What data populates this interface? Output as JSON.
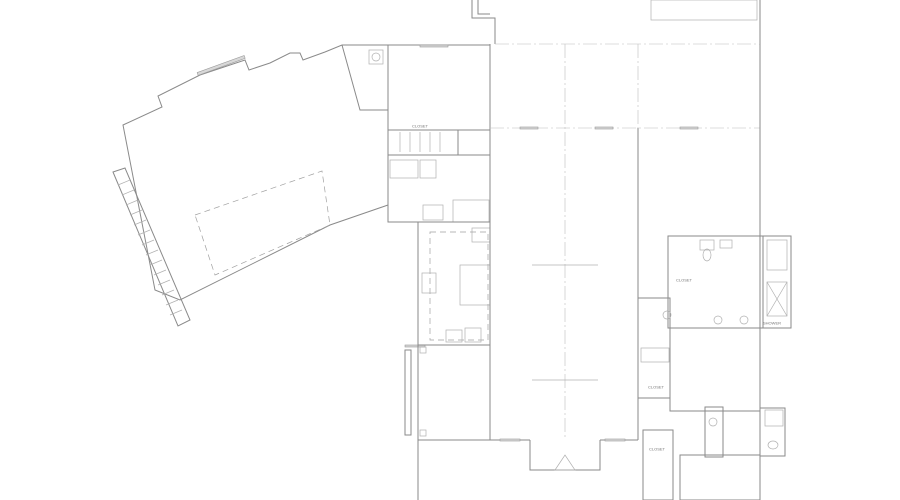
{
  "plan": {
    "type": "architectural floor plan",
    "note": "Room labels are illegible at this resolution; only fixture tags that were reasonably readable are included",
    "rooms": [
      {
        "id": "left-angled-room",
        "label": ""
      },
      {
        "id": "room-top-center",
        "label": ""
      },
      {
        "id": "room-top-mid",
        "label": ""
      },
      {
        "id": "room-top-right",
        "label": ""
      },
      {
        "id": "central-hall-1",
        "label": ""
      },
      {
        "id": "central-hall-2",
        "label": ""
      },
      {
        "id": "central-hall-3",
        "label": ""
      },
      {
        "id": "kitchen-area",
        "label": ""
      },
      {
        "id": "island",
        "label": ""
      },
      {
        "id": "right-room-upper",
        "label": ""
      },
      {
        "id": "right-bath-suite",
        "label": ""
      },
      {
        "id": "right-room-mid",
        "label": ""
      },
      {
        "id": "right-bath-2",
        "label": ""
      },
      {
        "id": "left-lower-room",
        "label": ""
      },
      {
        "id": "bottom-room",
        "label": ""
      },
      {
        "id": "bottom-right-room",
        "label": ""
      }
    ],
    "tags": {
      "closet_1": "CLOSET",
      "closet_2": "CLOSET",
      "closet_3": "CLOSET",
      "closet_4": "CLOSET",
      "shower": "SHOWER"
    }
  }
}
